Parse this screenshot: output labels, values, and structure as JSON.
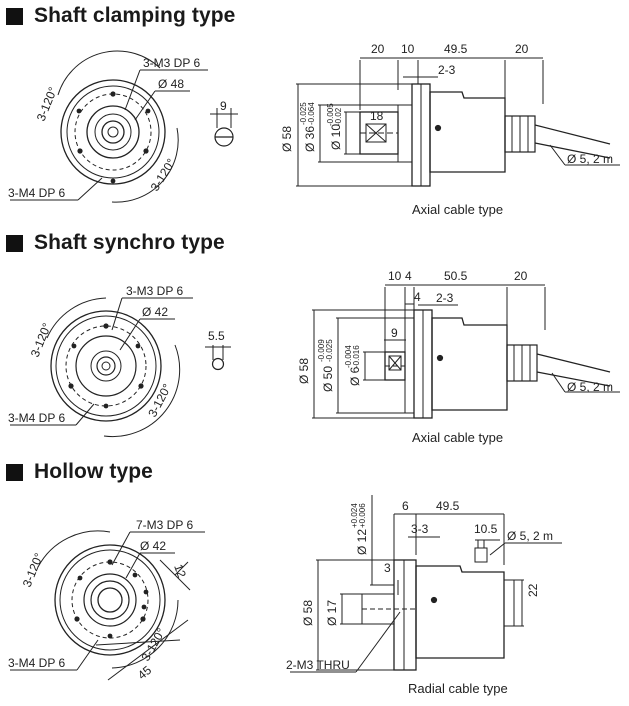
{
  "sections": [
    {
      "title": "Shaft clamping type",
      "front": {
        "holes_top": "3-M3 DP 6",
        "diameter": "Ø 48",
        "holes_bottom": "3-M4 DP 6",
        "angle_left": "3-120°",
        "angle_right": "3-120°"
      },
      "shaft_end": {
        "width": "9"
      },
      "side": {
        "dims_top": [
          "20",
          "10",
          "49.5",
          "20"
        ],
        "gap": "2-3",
        "key": "18",
        "outer_diameter": "Ø 58",
        "body_diameter": "Ø 36",
        "body_tol": [
          "-0.025",
          "-0.064"
        ],
        "shaft_diameter": "Ø 10",
        "shaft_tol": [
          "-0.005",
          "-0.02"
        ],
        "cable": "Ø 5, 2 m",
        "caption": "Axial cable type"
      }
    },
    {
      "title": "Shaft synchro type",
      "front": {
        "holes_top": "3-M3 DP 6",
        "diameter": "Ø 42",
        "holes_bottom": "3-M4 DP 6",
        "angle_left": "3-120°",
        "angle_right": "3-120°"
      },
      "shaft_end": {
        "width": "5.5"
      },
      "side": {
        "dims_top": [
          "10",
          "4",
          "50.5",
          "20"
        ],
        "dim_small": "4",
        "gap": "2-3",
        "key": "9",
        "outer_diameter": "Ø 58",
        "body_diameter": "Ø 50",
        "body_tol": [
          "-0.009",
          "-0.025"
        ],
        "shaft_diameter": "Ø 6",
        "shaft_tol": [
          "-0.004",
          "-0.016"
        ],
        "cable": "Ø 5, 2 m",
        "caption": "Axial cable type"
      }
    },
    {
      "title": "Hollow type",
      "front": {
        "holes_top": "7-M3 DP 6",
        "diameter": "Ø 42",
        "holes_bottom": "3-M4 DP 6",
        "angle_left": "3-120°",
        "angle_right": "3-120°",
        "dim_12": "12",
        "dim_45": "45"
      },
      "side": {
        "dims_top": [
          "6",
          "49.5"
        ],
        "gap": "3-3",
        "dim_10_5": "10.5",
        "dim_3": "3",
        "dim_22": "22",
        "hollow_diameter": "Ø 12",
        "hollow_tol": [
          "+0.024",
          "+0.006"
        ],
        "outer_diameter": "Ø 58",
        "inner_diameter": "Ø 17",
        "cable": "Ø 5, 2 m",
        "thru": "2-M3 THRU",
        "caption": "Radial cable type"
      }
    }
  ]
}
